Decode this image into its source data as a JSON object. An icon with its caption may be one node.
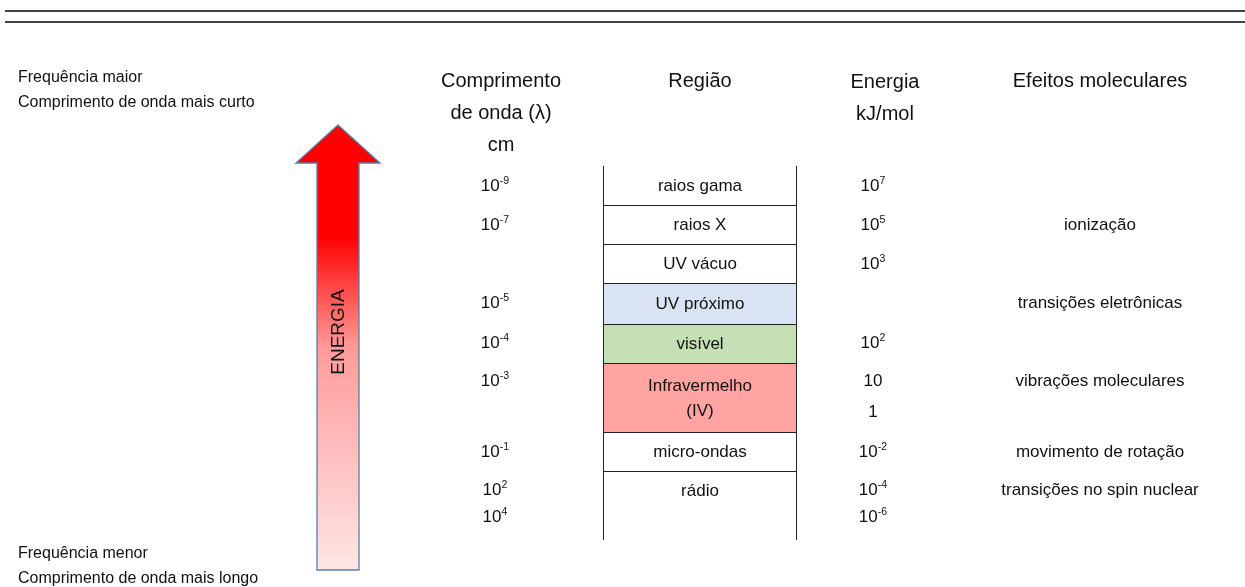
{
  "diagram": {
    "nodes": [
      {
        "text": [
          "ENERGIA"
        ]
      },
      {
        "text": [
          "raios gama"
        ]
      },
      {
        "text": [
          "raios X"
        ]
      },
      {
        "text": [
          "UV vácuo"
        ]
      },
      {
        "text": [
          "UV próximo"
        ]
      },
      {
        "text": [
          "visível"
        ]
      },
      {
        "text": [
          "Infravermelho (IV)"
        ]
      },
      {
        "text": [
          "micro-ondas"
        ]
      },
      {
        "text": [
          "rádio"
        ]
      }
    ],
    "edges": [],
    "labels": [
      "Frequência maior",
      "Comprimento de onda mais curto",
      "Comprimento de onda (λ) cm",
      "Região",
      "Energia kJ/mol",
      "Efeitos moleculares",
      "10$^{-9}$",
      "10$^{7}$",
      "10$^{-7}$",
      "10$^{5}$",
      "ionização",
      "10$^{3}$",
      "10$^{-5}$",
      "transições eletrônicas",
      "10$^{-4}$",
      "10$^{2}$",
      "10$^{-3}$",
      "10",
      "vibrações moleculares",
      "1",
      "10$^{-1}$",
      "10$^{-2}$",
      "movimento de rotação",
      "10$^{2}$",
      "10$^{-4}$",
      "transições no spin nuclear",
      "10$^{4}$",
      "10$^{-6}$",
      "Frequência menor",
      "Comprimento de onda mais longo"
    ]
  }
}
